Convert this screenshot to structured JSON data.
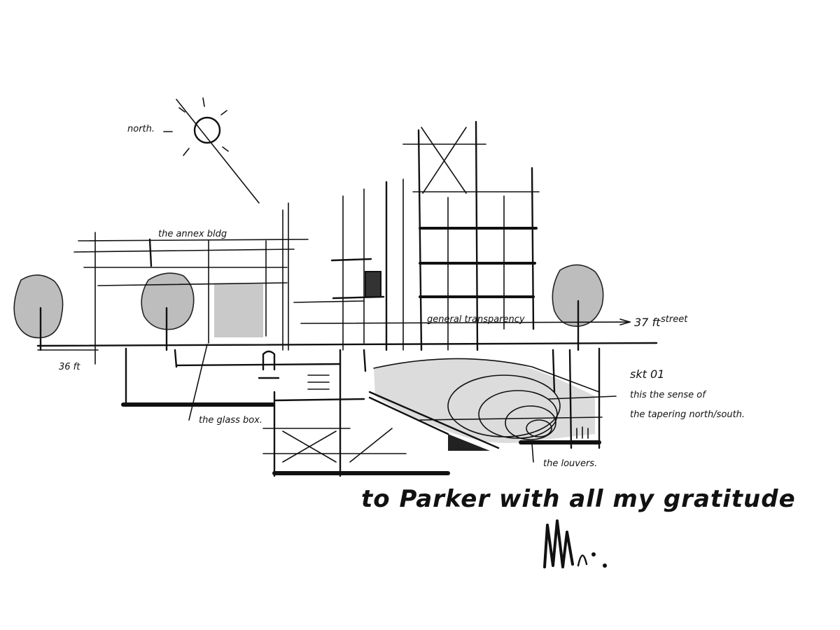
{
  "notes": {
    "north": "north.",
    "annex_label": "the annex bldg",
    "level_left": "36 ft",
    "level_right": "37 ft",
    "level_right_suffix": "street",
    "transparency": "general transparency",
    "glass_box": "the glass box.",
    "louvers": "the louvers.",
    "side_note": [
      "skt 01",
      "this the sense of",
      "the tapering north/south."
    ],
    "dedication": "to Parker with all my gratitude"
  },
  "signature": {
    "kind": "handwritten-signature",
    "text": "M.."
  },
  "colors": {
    "ink": "#111111",
    "shade": "#c9c9c9",
    "paper": "#ffffff"
  }
}
